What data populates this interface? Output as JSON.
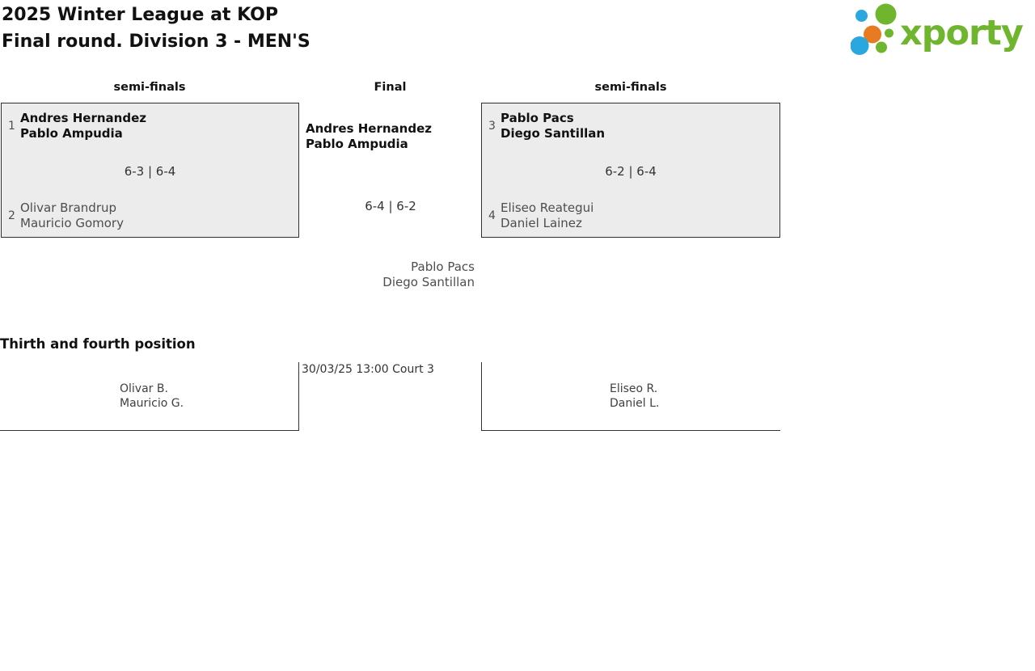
{
  "header": {
    "title_line1": "2025 Winter League at KOP",
    "title_line2": "Final round. Division 3 - MEN'S",
    "logo_text": "xporty"
  },
  "colors": {
    "brand_green": "#6fb52e",
    "brand_blue": "#2aa7df",
    "brand_orange": "#e77b22",
    "box_fill": "#ececec",
    "box_border": "#2f2f2f",
    "text_dark": "#111111",
    "text_gray": "#4d4d4d"
  },
  "bracket": {
    "semifinal_left": {
      "header": "semi-finals",
      "seed_top": "1",
      "team_top": [
        "Andres Hernandez",
        "Pablo Ampudia"
      ],
      "score": "6-3 | 6-4",
      "seed_bottom": "2",
      "team_bottom": [
        "Olivar Brandrup",
        "Mauricio Gomory"
      ]
    },
    "final": {
      "header": "Final",
      "winner": [
        "Andres Hernandez",
        "Pablo Ampudia"
      ],
      "score": "6-4 | 6-2",
      "runner_up": [
        "Pablo Pacs",
        "Diego Santillan"
      ]
    },
    "semifinal_right": {
      "header": "semi-finals",
      "seed_top": "3",
      "team_top": [
        "Pablo Pacs",
        "Diego Santillan"
      ],
      "score": "6-2 | 6-4",
      "seed_bottom": "4",
      "team_bottom": [
        "Eliseo Reategui",
        "Daniel Lainez"
      ]
    }
  },
  "third_place": {
    "title": "Thirth and fourth position",
    "schedule": "30/03/25 13:00 Court 3",
    "team_left": [
      "Olivar B.",
      "Mauricio G."
    ],
    "team_right": [
      "Eliseo R.",
      "Daniel L."
    ]
  }
}
